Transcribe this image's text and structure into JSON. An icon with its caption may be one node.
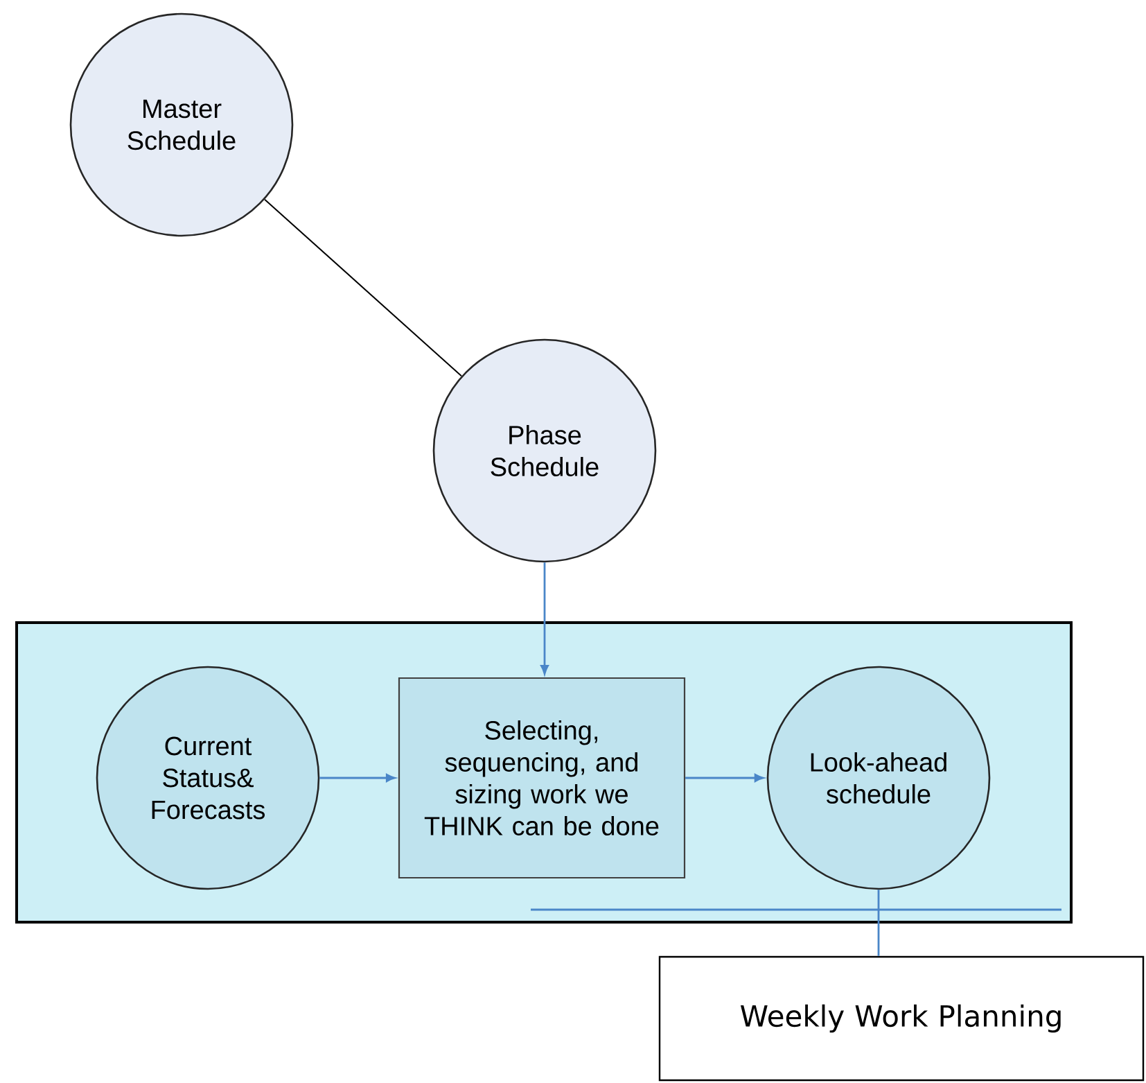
{
  "diagram": {
    "nodes": [
      {
        "text": [
          "Master Schedule"
        ]
      },
      {
        "text": [
          "Phase Schedule"
        ]
      },
      {
        "text": [],
        "shape": "box"
      },
      {
        "text": [
          "Current Status& Forecasts"
        ],
        "in": 2
      },
      {
        "text": [
          "Selecting, sequencing, and sizing work we THINK can be done"
        ],
        "in": 2
      },
      {
        "text": [
          "Look-ahead schedule"
        ],
        "in": 2
      },
      {
        "text": [
          "Weekly Work Planning"
        ]
      }
    ],
    "edges": [
      {
        "from": 0,
        "to": 1,
        "arrow": "none",
        "color": "#000000"
      },
      {
        "from": 1,
        "to": 4,
        "arrow": "to"
      },
      {
        "from": 3,
        "to": 4,
        "arrow": "to"
      },
      {
        "from": 4,
        "to": 5,
        "arrow": "to"
      },
      {
        "from": 5,
        "to": 6,
        "arrow": "none"
      }
    ]
  }
}
